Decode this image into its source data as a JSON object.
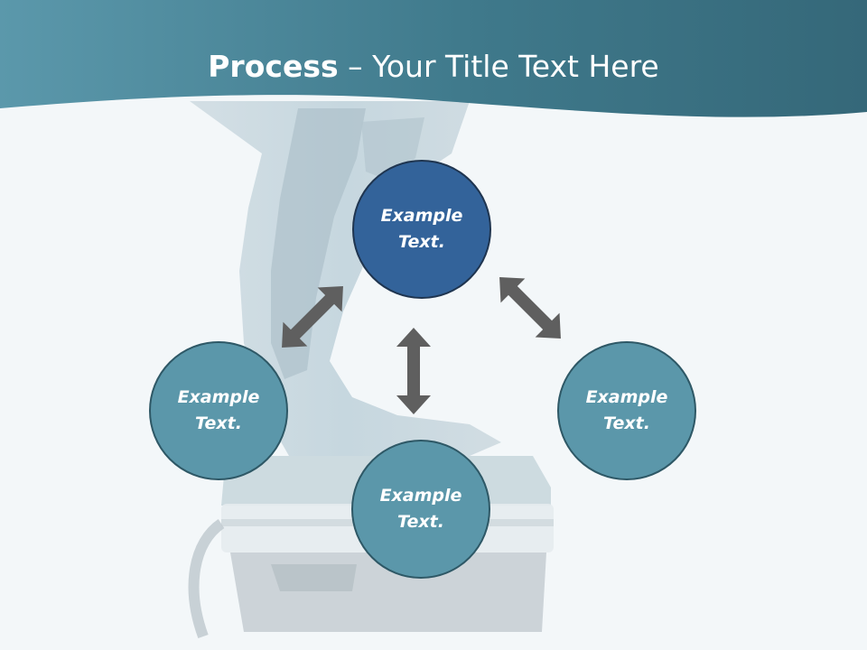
{
  "title": {
    "bold": "Process",
    "separator": " – ",
    "rest": "Your Title Text Here"
  },
  "nodes": [
    {
      "id": "top",
      "label": "Example Text."
    },
    {
      "id": "left",
      "label": "Example Text."
    },
    {
      "id": "bottom",
      "label": "Example Text."
    },
    {
      "id": "right",
      "label": "Example Text."
    }
  ],
  "colors": {
    "header": "#3f7a8d",
    "primary_node": "#33639a",
    "secondary_node": "#5b97aa",
    "arrow": "#5f5f5f",
    "background": "#f3f7f9"
  },
  "background_image": "drill-silhouette"
}
